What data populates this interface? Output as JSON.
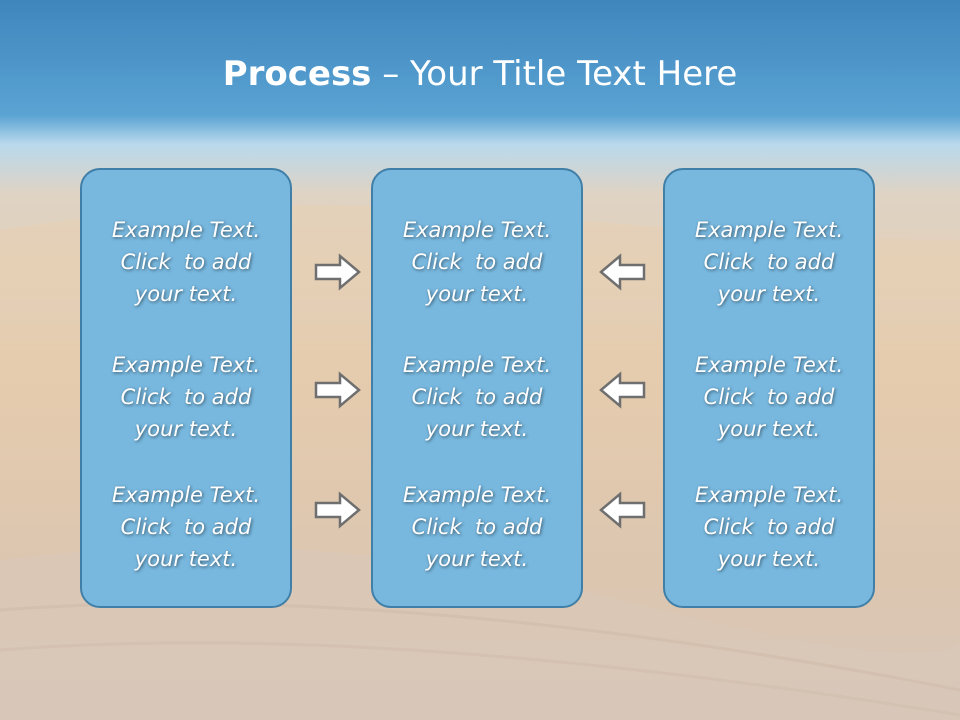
{
  "title": {
    "bold": "Process",
    "rest": " – Your Title Text Here"
  },
  "panels": [
    {
      "blocks": [
        {
          "line1": "Example Text.",
          "line2": "Click  to add",
          "line3": "your text."
        },
        {
          "line1": "Example Text.",
          "line2": "Click  to add",
          "line3": "your text."
        },
        {
          "line1": "Example Text.",
          "line2": "Click  to add",
          "line3": "your text."
        }
      ]
    },
    {
      "blocks": [
        {
          "line1": "Example Text.",
          "line2": "Click  to add",
          "line3": "your text."
        },
        {
          "line1": "Example Text.",
          "line2": "Click  to add",
          "line3": "your text."
        },
        {
          "line1": "Example Text.",
          "line2": "Click  to add",
          "line3": "your text."
        }
      ]
    },
    {
      "blocks": [
        {
          "line1": "Example Text.",
          "line2": "Click  to add",
          "line3": "your text."
        },
        {
          "line1": "Example Text.",
          "line2": "Click  to add",
          "line3": "your text."
        },
        {
          "line1": "Example Text.",
          "line2": "Click  to add",
          "line3": "your text."
        }
      ]
    }
  ],
  "arrows": {
    "left_column": "right-arrow-icon",
    "right_column": "left-arrow-icon"
  },
  "colors": {
    "panel_fill": "#78b8df",
    "panel_border": "#3f7fa8",
    "sky_top": "#3f86bd",
    "sand": "#e2c9ac"
  }
}
